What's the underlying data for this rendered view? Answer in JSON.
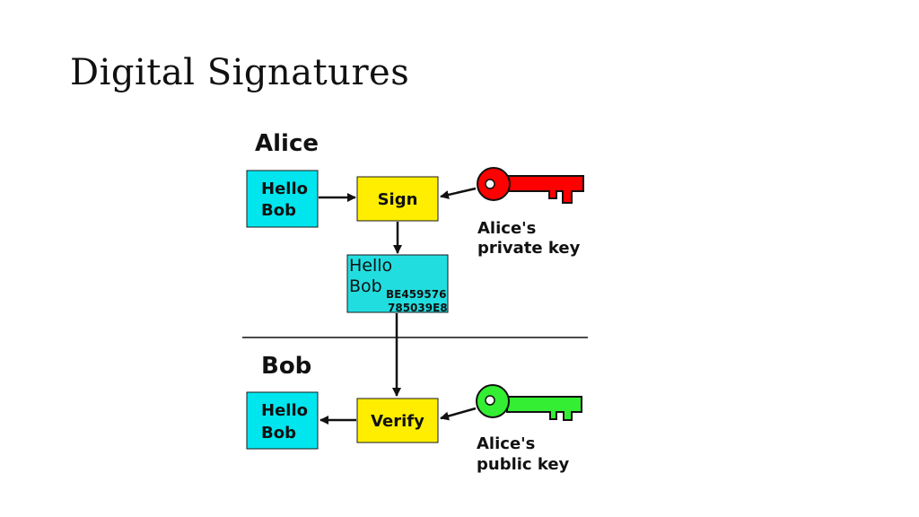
{
  "slide": {
    "title": "Digital Signatures"
  },
  "alice": {
    "section_label": "Alice",
    "message": {
      "line1": "Hello",
      "line2": "Bob"
    },
    "action": "Sign",
    "key_label": {
      "line1": "Alice's",
      "line2": "private key"
    },
    "key_color": "#ff0000"
  },
  "signed_message": {
    "line1": "Hello",
    "line2": "Bob",
    "signature": {
      "line1": "BE459576",
      "line2": "785039E8"
    }
  },
  "bob": {
    "section_label": "Bob",
    "message": {
      "line1": "Hello",
      "line2": "Bob"
    },
    "action": "Verify",
    "key_label": {
      "line1": "Alice's",
      "line2": "public key"
    },
    "key_color": "#33ee33"
  },
  "colors": {
    "message_box": "#00e5ee",
    "signed_box": "#22dde0",
    "action_box": "#ffee00"
  }
}
